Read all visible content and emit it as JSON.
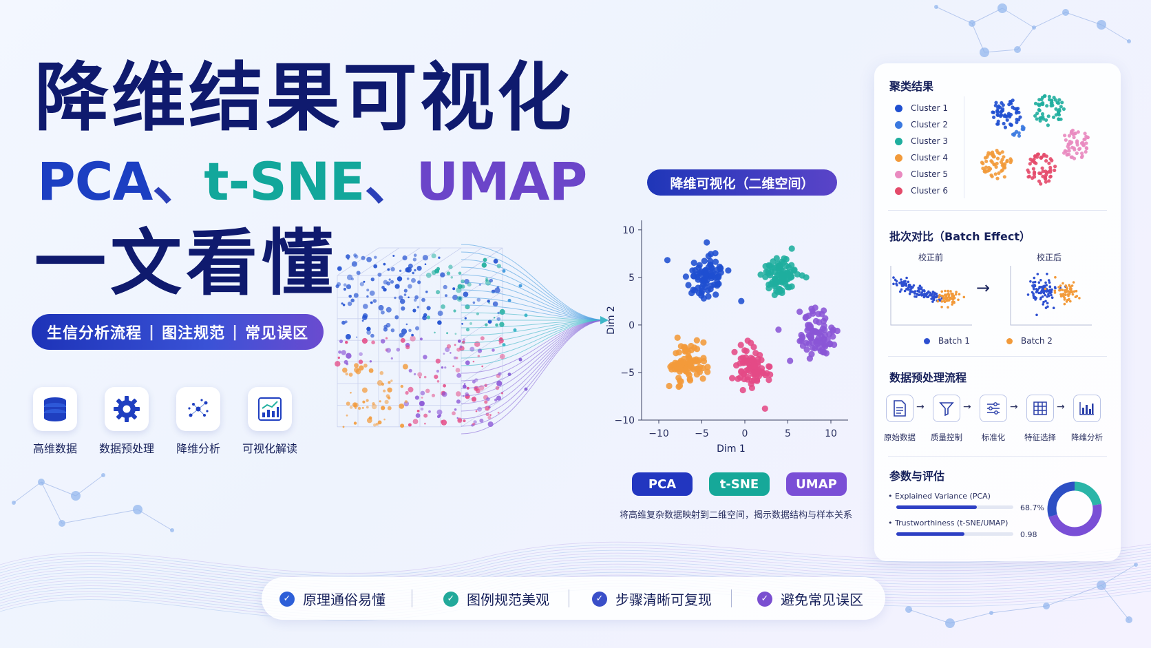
{
  "title": {
    "line1": "降维结果可视化",
    "pca": "PCA",
    "sep1": "、",
    "tsne": "t-SNE",
    "sep2": "、",
    "umap": "UMAP",
    "line3": "一文看懂"
  },
  "subtitle": {
    "part1": "生信分析流程",
    "divider": "|",
    "part2": "图注规范",
    "part3": "常见误区"
  },
  "workflow": [
    {
      "label": "高维数据",
      "icon": "database-icon"
    },
    {
      "label": "数据预处理",
      "icon": "gear-icon"
    },
    {
      "label": "降维分析",
      "icon": "scatter-icon"
    },
    {
      "label": "可视化解读",
      "icon": "chart-icon"
    }
  ],
  "viz": {
    "pill": "降维可视化（二维空间）",
    "caption": "将高维复杂数据映射到二维空间，揭示数据结构与样本关系",
    "methods": [
      "PCA",
      "t-SNE",
      "UMAP"
    ]
  },
  "chart_data": {
    "type": "scatter",
    "xlabel": "Dim 1",
    "ylabel": "Dim 2",
    "xlim": [
      -12,
      12
    ],
    "ylim": [
      -10,
      11
    ],
    "xticks": [
      -10,
      -5,
      0,
      5,
      10
    ],
    "xtick_labels": [
      "−10",
      "−5",
      "0",
      "5",
      "10"
    ],
    "yticks": [
      10,
      5,
      0,
      -5,
      -10
    ],
    "ytick_labels": [
      "10",
      "5",
      "0",
      "−5",
      "−10"
    ],
    "grid": false,
    "series": [
      {
        "color": "#1f4fd0",
        "center": [
          -4.5,
          5.2
        ],
        "spread": 2.0
      },
      {
        "color": "#1fae9e",
        "center": [
          4.3,
          5.2
        ],
        "spread": 2.0
      },
      {
        "color": "#8a55d6",
        "center": [
          8.3,
          -1.0
        ],
        "spread": 2.2
      },
      {
        "color": "#f29a3a",
        "center": [
          -6.5,
          -4.0
        ],
        "spread": 1.9
      },
      {
        "color": "#e44a86",
        "center": [
          0.7,
          -4.6
        ],
        "spread": 2.0
      }
    ]
  },
  "panel": {
    "cluster_title": "聚类结果",
    "clusters": [
      {
        "label": "Cluster 1",
        "color": "#1f4fd0"
      },
      {
        "label": "Cluster 2",
        "color": "#3a79e0"
      },
      {
        "label": "Cluster 3",
        "color": "#1fae9e"
      },
      {
        "label": "Cluster 4",
        "color": "#f29a3a"
      },
      {
        "label": "Cluster 5",
        "color": "#e98ac0"
      },
      {
        "label": "Cluster 6",
        "color": "#e44a6a"
      }
    ],
    "batch_title": "批次对比（Batch Effect）",
    "batch_before": "校正前",
    "batch_after": "校正后",
    "batch_arrow": "→",
    "batch1": "Batch 1",
    "batch2": "Batch 2",
    "batch1_color": "#2d4fd0",
    "batch2_color": "#f29a3a",
    "preprocess_title": "数据预处理流程",
    "steps": [
      {
        "label": "原始数据",
        "icon": "document-icon"
      },
      {
        "label": "质量控制",
        "icon": "filter-icon"
      },
      {
        "label": "标准化",
        "icon": "sliders-icon"
      },
      {
        "label": "特征选择",
        "icon": "grid-icon"
      },
      {
        "label": "降维分析",
        "icon": "bar-chart-icon"
      }
    ],
    "step_arrow": "→",
    "metrics_title": "参数与评估",
    "metrics": [
      {
        "label": "Explained Variance (PCA)",
        "value": "68.7%",
        "fraction": 0.687
      },
      {
        "label": "Trustworthiness (t-SNE/UMAP)",
        "value": "0.98",
        "fraction": 0.58
      }
    ],
    "donut_colors": [
      "#2bb5a8",
      "#7a4fd6",
      "#2d4fc4"
    ]
  },
  "features": [
    {
      "label": "原理通俗易懂",
      "color": "#2d5fd8"
    },
    {
      "label": "图例规范美观",
      "color": "#22a99a"
    },
    {
      "label": "步骤清晰可复现",
      "color": "#3a4fc8"
    },
    {
      "label": "避免常见误区",
      "color": "#7a4fd0"
    }
  ],
  "check_glyph": "✓",
  "bullet": "•"
}
